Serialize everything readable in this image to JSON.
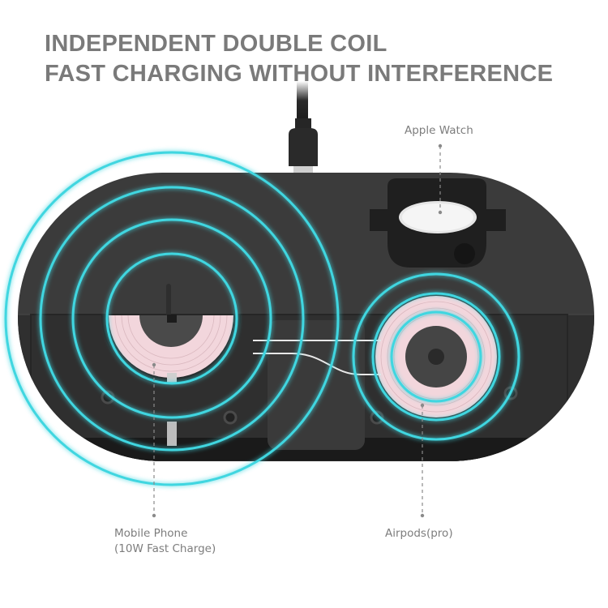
{
  "headline": {
    "line1": "INDEPENDENT DOUBLE COIL",
    "line2": "FAST CHARGING WITHOUT INTERFERENCE"
  },
  "callouts": {
    "apple_watch": {
      "label": "Apple Watch"
    },
    "mobile_phone": {
      "line1": "Mobile Phone",
      "line2": "(10W Fast Charge)"
    },
    "airpods": {
      "label": "Airpods(pro)"
    }
  },
  "colors": {
    "heading_text": "#7a7a7a",
    "label_text": "#7d7d7d",
    "device_body": "#3a3a3a",
    "wave_ring": "#3fd6e0",
    "coil_copper": "#f2d6dc"
  },
  "icons": [
    "usb-cable-icon",
    "wave-ring-icon",
    "charging-coil-icon",
    "watch-puck-icon"
  ]
}
